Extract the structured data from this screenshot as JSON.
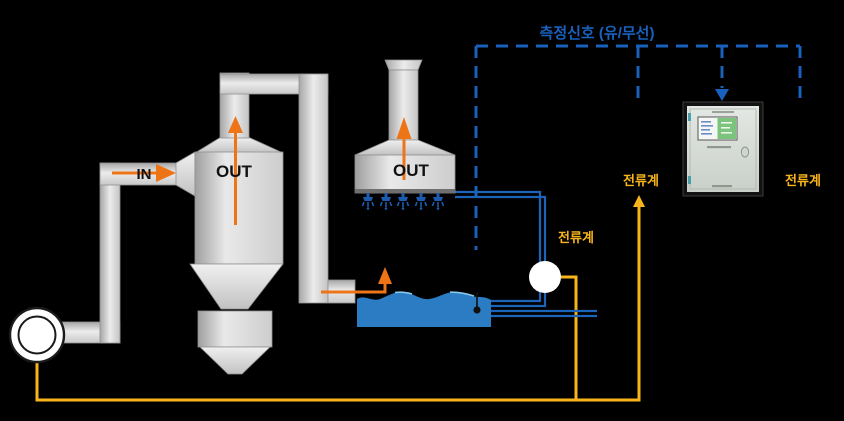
{
  "background": "#000000",
  "title": {
    "text": "측정신호 (유/무선)",
    "color": "#1961bd"
  },
  "cyclone": {
    "in_label": "IN",
    "out_label": "OUT"
  },
  "scrubber": {
    "out_label": "OUT",
    "nozzle_count": 5
  },
  "ammeters": {
    "pump_label": "전류계",
    "fan_label": "전류계",
    "right_label": "전류계"
  },
  "colors": {
    "signal_line_blue": "#1961bd",
    "current_line_yellow": "#f9b41c",
    "water_pipe_blue": "#1b64b8",
    "flow_arrow_orange": "#ee7517",
    "water_blue": "#2b7cc3",
    "duct_gray": "#d2d2d2",
    "panel_body": "#d9ded9",
    "panel_screen_green": "#7cc47e"
  }
}
